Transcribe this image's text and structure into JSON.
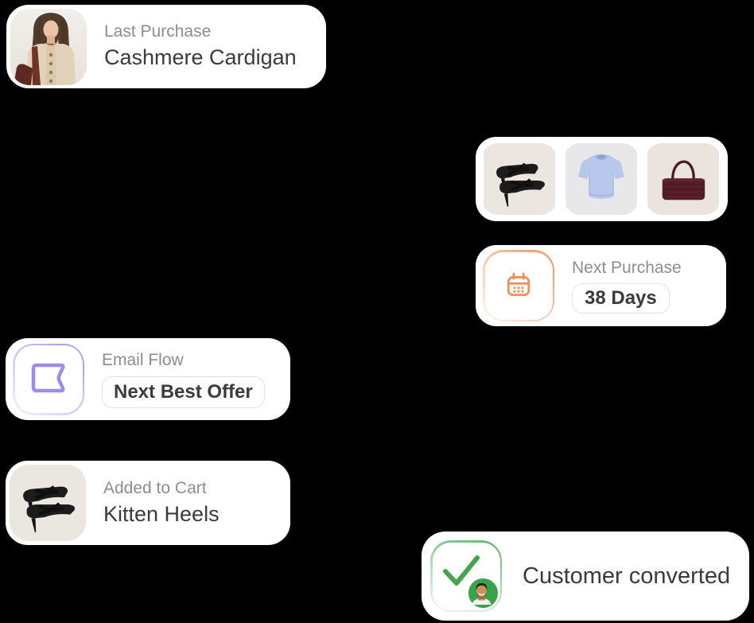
{
  "background_color": "#000000",
  "cards": {
    "last_purchase": {
      "label": "Last Purchase",
      "value": "Cashmere Cardigan",
      "image": "woman-wearing-cashmere-cardigan"
    },
    "product_strip": {
      "items": [
        {
          "image": "black-kitten-heels"
        },
        {
          "image": "light-blue-knit-top"
        },
        {
          "image": "burgundy-shoulder-bag"
        }
      ]
    },
    "next_purchase": {
      "label": "Next Purchase",
      "badge": "38 Days",
      "icon": "calendar-icon",
      "accent": "#F0935F"
    },
    "email_flow": {
      "label": "Email Flow",
      "badge": "Next Best Offer",
      "icon": "flag-icon",
      "accent": "#9C8CF0"
    },
    "added_to_cart": {
      "label": "Added to Cart",
      "value": "Kitten Heels",
      "image": "black-kitten-heels"
    },
    "customer_converted": {
      "label": "Customer converted",
      "icon": "checkmark-icon",
      "avatar": "smiling-man-avatar",
      "accent": "#46A44E"
    }
  },
  "colors": {
    "card_background": "#ffffff",
    "label_gray": "#8d8d8d",
    "value_dark": "#3b3b3b",
    "badge_border": "#e3e3e3",
    "orange": "#F0935F",
    "purple": "#9C8CF0",
    "green": "#46A44E"
  }
}
